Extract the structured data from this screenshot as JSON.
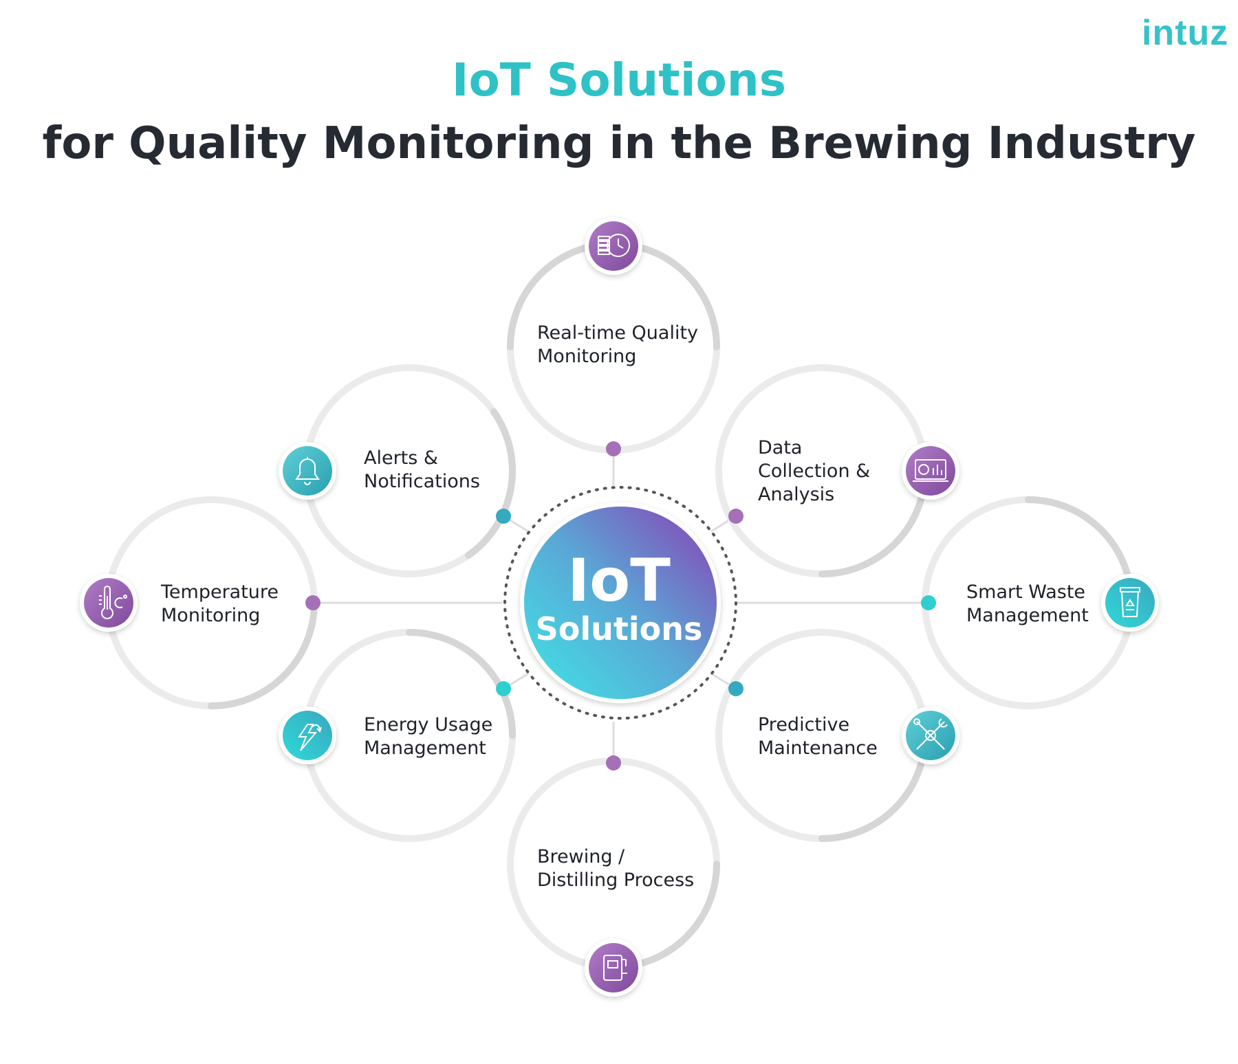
{
  "brand": {
    "logo_text": "intuz"
  },
  "title": {
    "line1": "IoT Solutions",
    "line2": "for Quality Monitoring in the Brewing Industry"
  },
  "hub": {
    "line1": "IoT",
    "line2": "Solutions"
  },
  "nodes": [
    {
      "id": "realtime",
      "label_lines": [
        "Real-time Quality",
        "Monitoring"
      ],
      "icon": "coins-clock-icon",
      "icon_color": "purple"
    },
    {
      "id": "alerts",
      "label_lines": [
        "Alerts &",
        "Notifications"
      ],
      "icon": "bell-icon",
      "icon_color": "teal"
    },
    {
      "id": "data",
      "label_lines": [
        "Data",
        "Collection &",
        "Analysis"
      ],
      "icon": "analytics-laptop-icon",
      "icon_color": "purple"
    },
    {
      "id": "temperature",
      "label_lines": [
        "Temperature",
        "Monitoring"
      ],
      "icon": "thermometer-icon",
      "icon_color": "purple"
    },
    {
      "id": "waste",
      "label_lines": [
        "Smart Waste",
        "Management"
      ],
      "icon": "recycle-bin-icon",
      "icon_color": "teal"
    },
    {
      "id": "energy",
      "label_lines": [
        "Energy Usage",
        "Management"
      ],
      "icon": "lightning-arrow-icon",
      "icon_color": "teal"
    },
    {
      "id": "predictive",
      "label_lines": [
        "Predictive",
        "Maintenance"
      ],
      "icon": "tools-gear-icon",
      "icon_color": "teal"
    },
    {
      "id": "brewing",
      "label_lines": [
        "Brewing /",
        "Distilling Process"
      ],
      "icon": "brew-tank-icon",
      "icon_color": "purple"
    }
  ],
  "colors": {
    "teal": "#34c6cc",
    "purple": "#8a52a8",
    "title_teal": "#2ec2c6",
    "title_dark": "#262b33",
    "ring": "#e6e6e6"
  }
}
